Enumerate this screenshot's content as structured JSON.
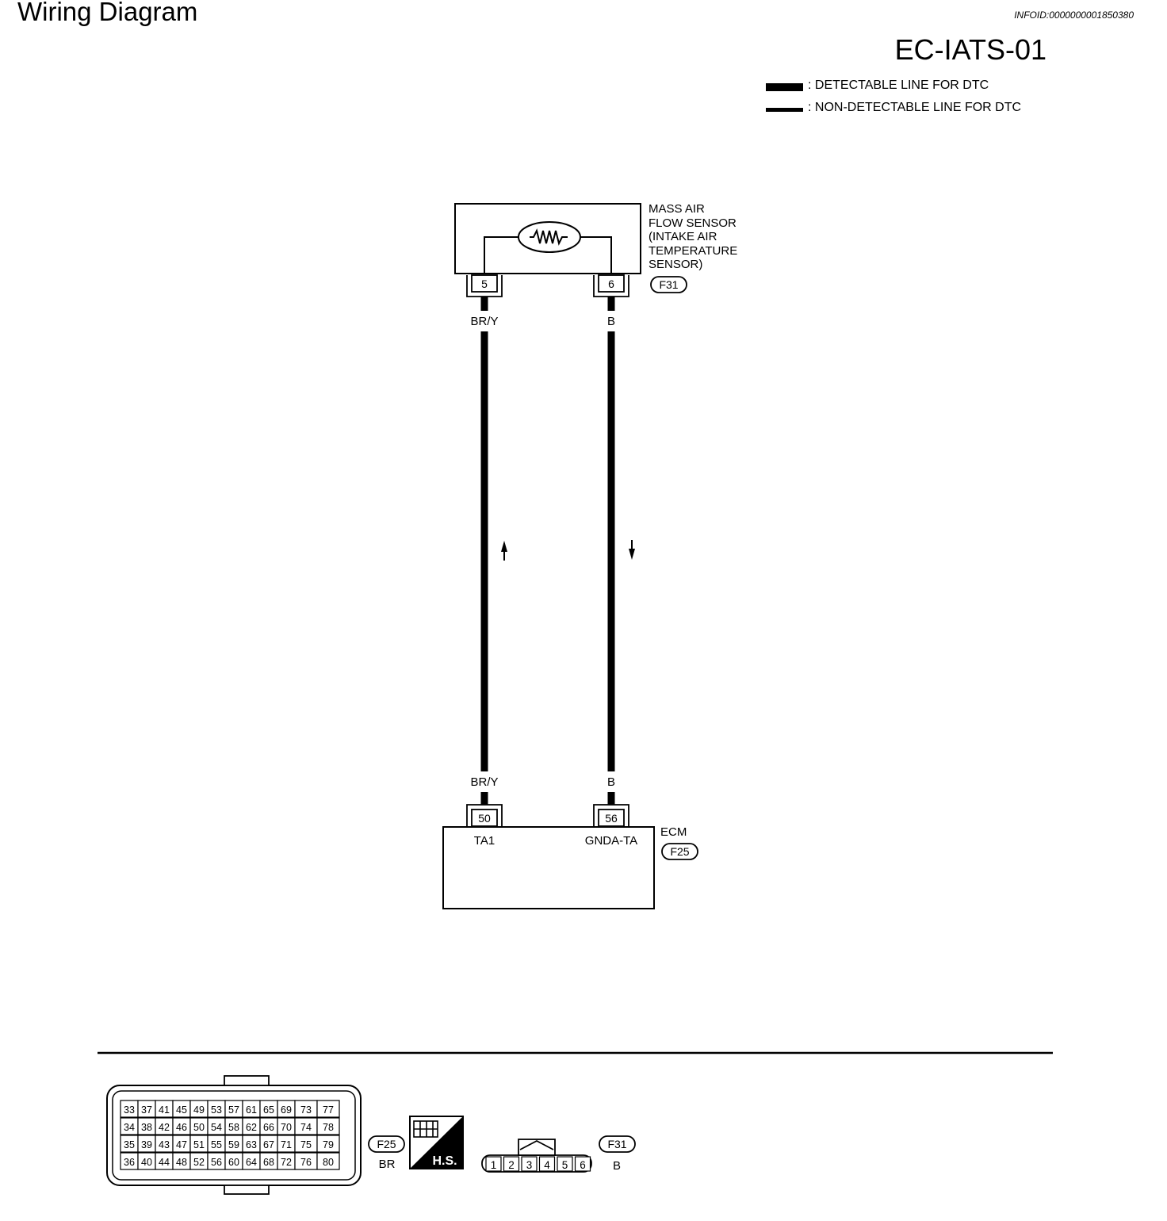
{
  "header": {
    "title": "Wiring Diagram",
    "info_id": "INFOID:0000000001850380",
    "code": "EC-IATS-01"
  },
  "legend": {
    "detectable": ": DETECTABLE LINE FOR DTC",
    "non_detectable": ": NON-DETECTABLE LINE FOR DTC"
  },
  "sensor": {
    "label_lines": [
      "MASS AIR",
      "FLOW SENSOR",
      "(INTAKE AIR",
      "TEMPERATURE",
      "SENSOR)"
    ],
    "connector": "F31",
    "pins": [
      "5",
      "6"
    ]
  },
  "wires": [
    {
      "color_code": "BR/Y",
      "direction": "up"
    },
    {
      "color_code": "B",
      "direction": "down"
    }
  ],
  "ecm": {
    "label": "ECM",
    "connector": "F25",
    "pins": [
      "50",
      "56"
    ],
    "terminal_names": [
      "TA1",
      "GNDA-TA"
    ]
  },
  "connector_views": {
    "f25": {
      "id": "F25",
      "color": "BR",
      "grid": [
        [
          "33",
          "37",
          "41",
          "45",
          "49",
          "53",
          "57",
          "61",
          "65",
          "69",
          "73",
          "77"
        ],
        [
          "34",
          "38",
          "42",
          "46",
          "50",
          "54",
          "58",
          "62",
          "66",
          "70",
          "74",
          "78"
        ],
        [
          "35",
          "39",
          "43",
          "47",
          "51",
          "55",
          "59",
          "63",
          "67",
          "71",
          "75",
          "79"
        ],
        [
          "36",
          "40",
          "44",
          "48",
          "52",
          "56",
          "60",
          "64",
          "68",
          "72",
          "76",
          "80"
        ]
      ]
    },
    "hs_label": "H.S.",
    "f31": {
      "id": "F31",
      "color": "B",
      "pins": [
        "1",
        "2",
        "3",
        "4",
        "5",
        "6"
      ]
    }
  }
}
